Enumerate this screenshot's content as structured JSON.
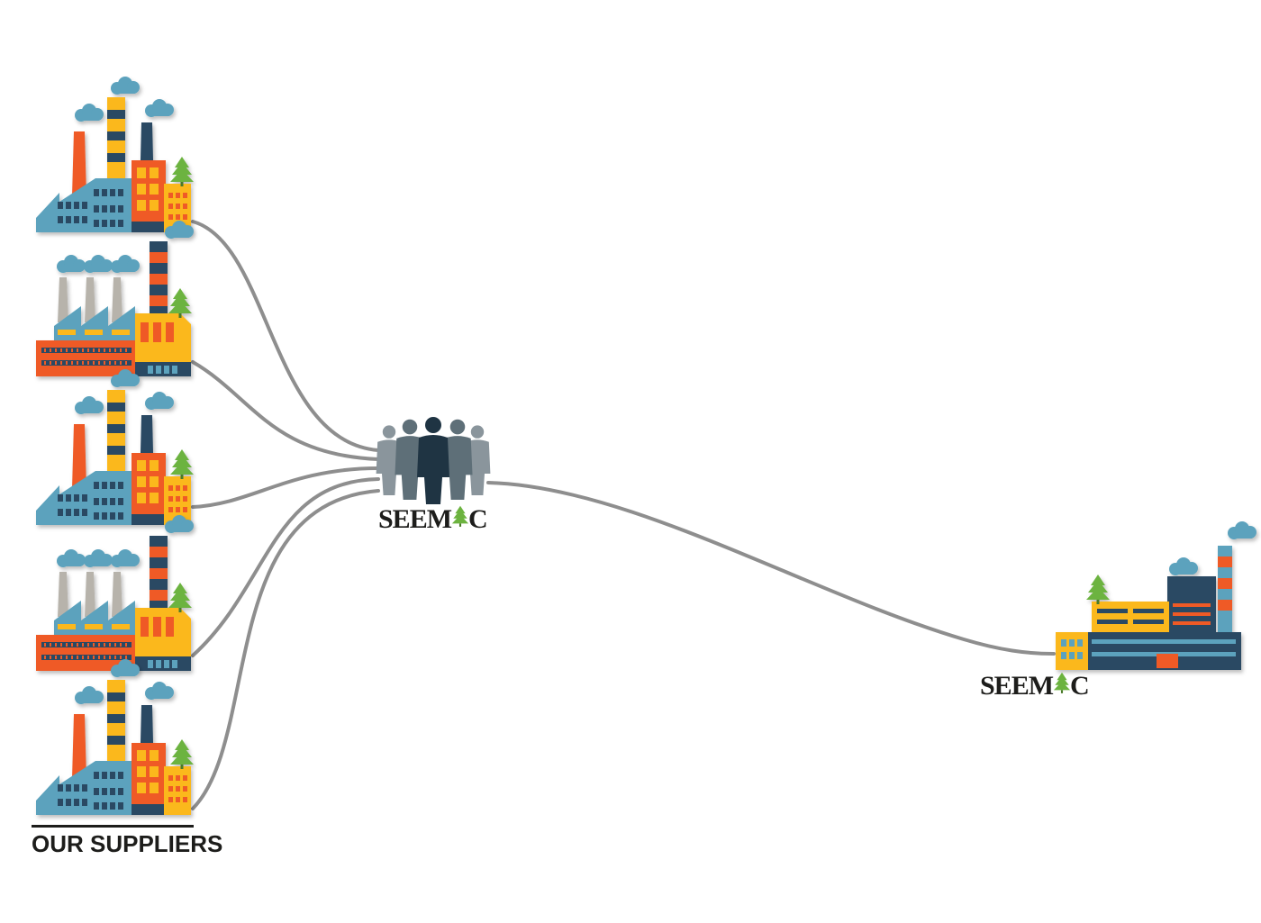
{
  "suppliers": {
    "label": "OUR SUPPLIERS",
    "count": 5
  },
  "hub": {
    "logo_text_left": "SEEM",
    "logo_text_right": "C"
  },
  "destination": {
    "logo_text_left": "SEEM",
    "logo_text_right": "C"
  },
  "colors": {
    "connector": "#8e8e8e",
    "blue": "#5ba2bd",
    "orange": "#ef5a28",
    "yellow": "#fbb81b",
    "navy": "#2c4a63",
    "gray": "#5e6f78",
    "tree": "#6cb33f"
  }
}
